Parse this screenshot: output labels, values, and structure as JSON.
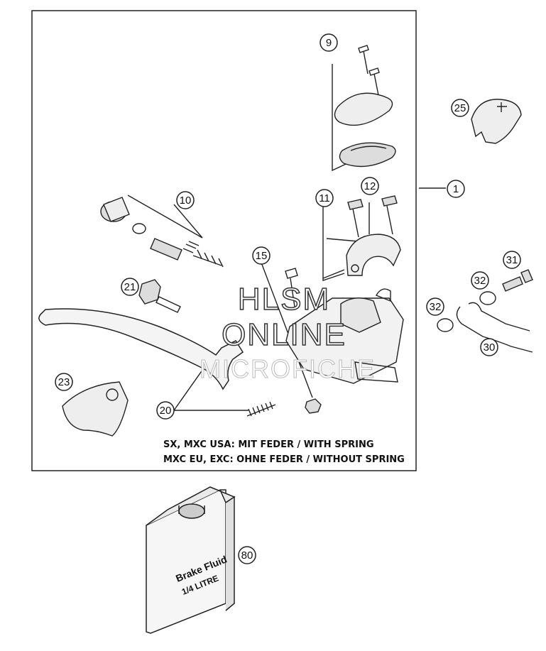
{
  "diagram": {
    "callouts": [
      {
        "id": "c1",
        "label": "1"
      },
      {
        "id": "c9",
        "label": "9"
      },
      {
        "id": "c10",
        "label": "10"
      },
      {
        "id": "c11",
        "label": "11"
      },
      {
        "id": "c12",
        "label": "12"
      },
      {
        "id": "c15",
        "label": "15"
      },
      {
        "id": "c20",
        "label": "20"
      },
      {
        "id": "c21",
        "label": "21"
      },
      {
        "id": "c23",
        "label": "23"
      },
      {
        "id": "c25",
        "label": "25"
      },
      {
        "id": "c30",
        "label": "30"
      },
      {
        "id": "c31",
        "label": "31"
      },
      {
        "id": "c32a",
        "label": "32"
      },
      {
        "id": "c32b",
        "label": "32"
      },
      {
        "id": "c80",
        "label": "80"
      }
    ],
    "notes": {
      "line1": "SX, MXC USA: MIT FEDER / WITH SPRING",
      "line2": "MXC EU, EXC: OHNE FEDER / WITHOUT SPRING"
    },
    "bottle": {
      "line1": "Brake Fluid",
      "line2": "1/4 LITRE"
    },
    "watermark": {
      "line1": "HLSM",
      "line2": "ONLINE",
      "line3": "MICROFICHE"
    }
  }
}
